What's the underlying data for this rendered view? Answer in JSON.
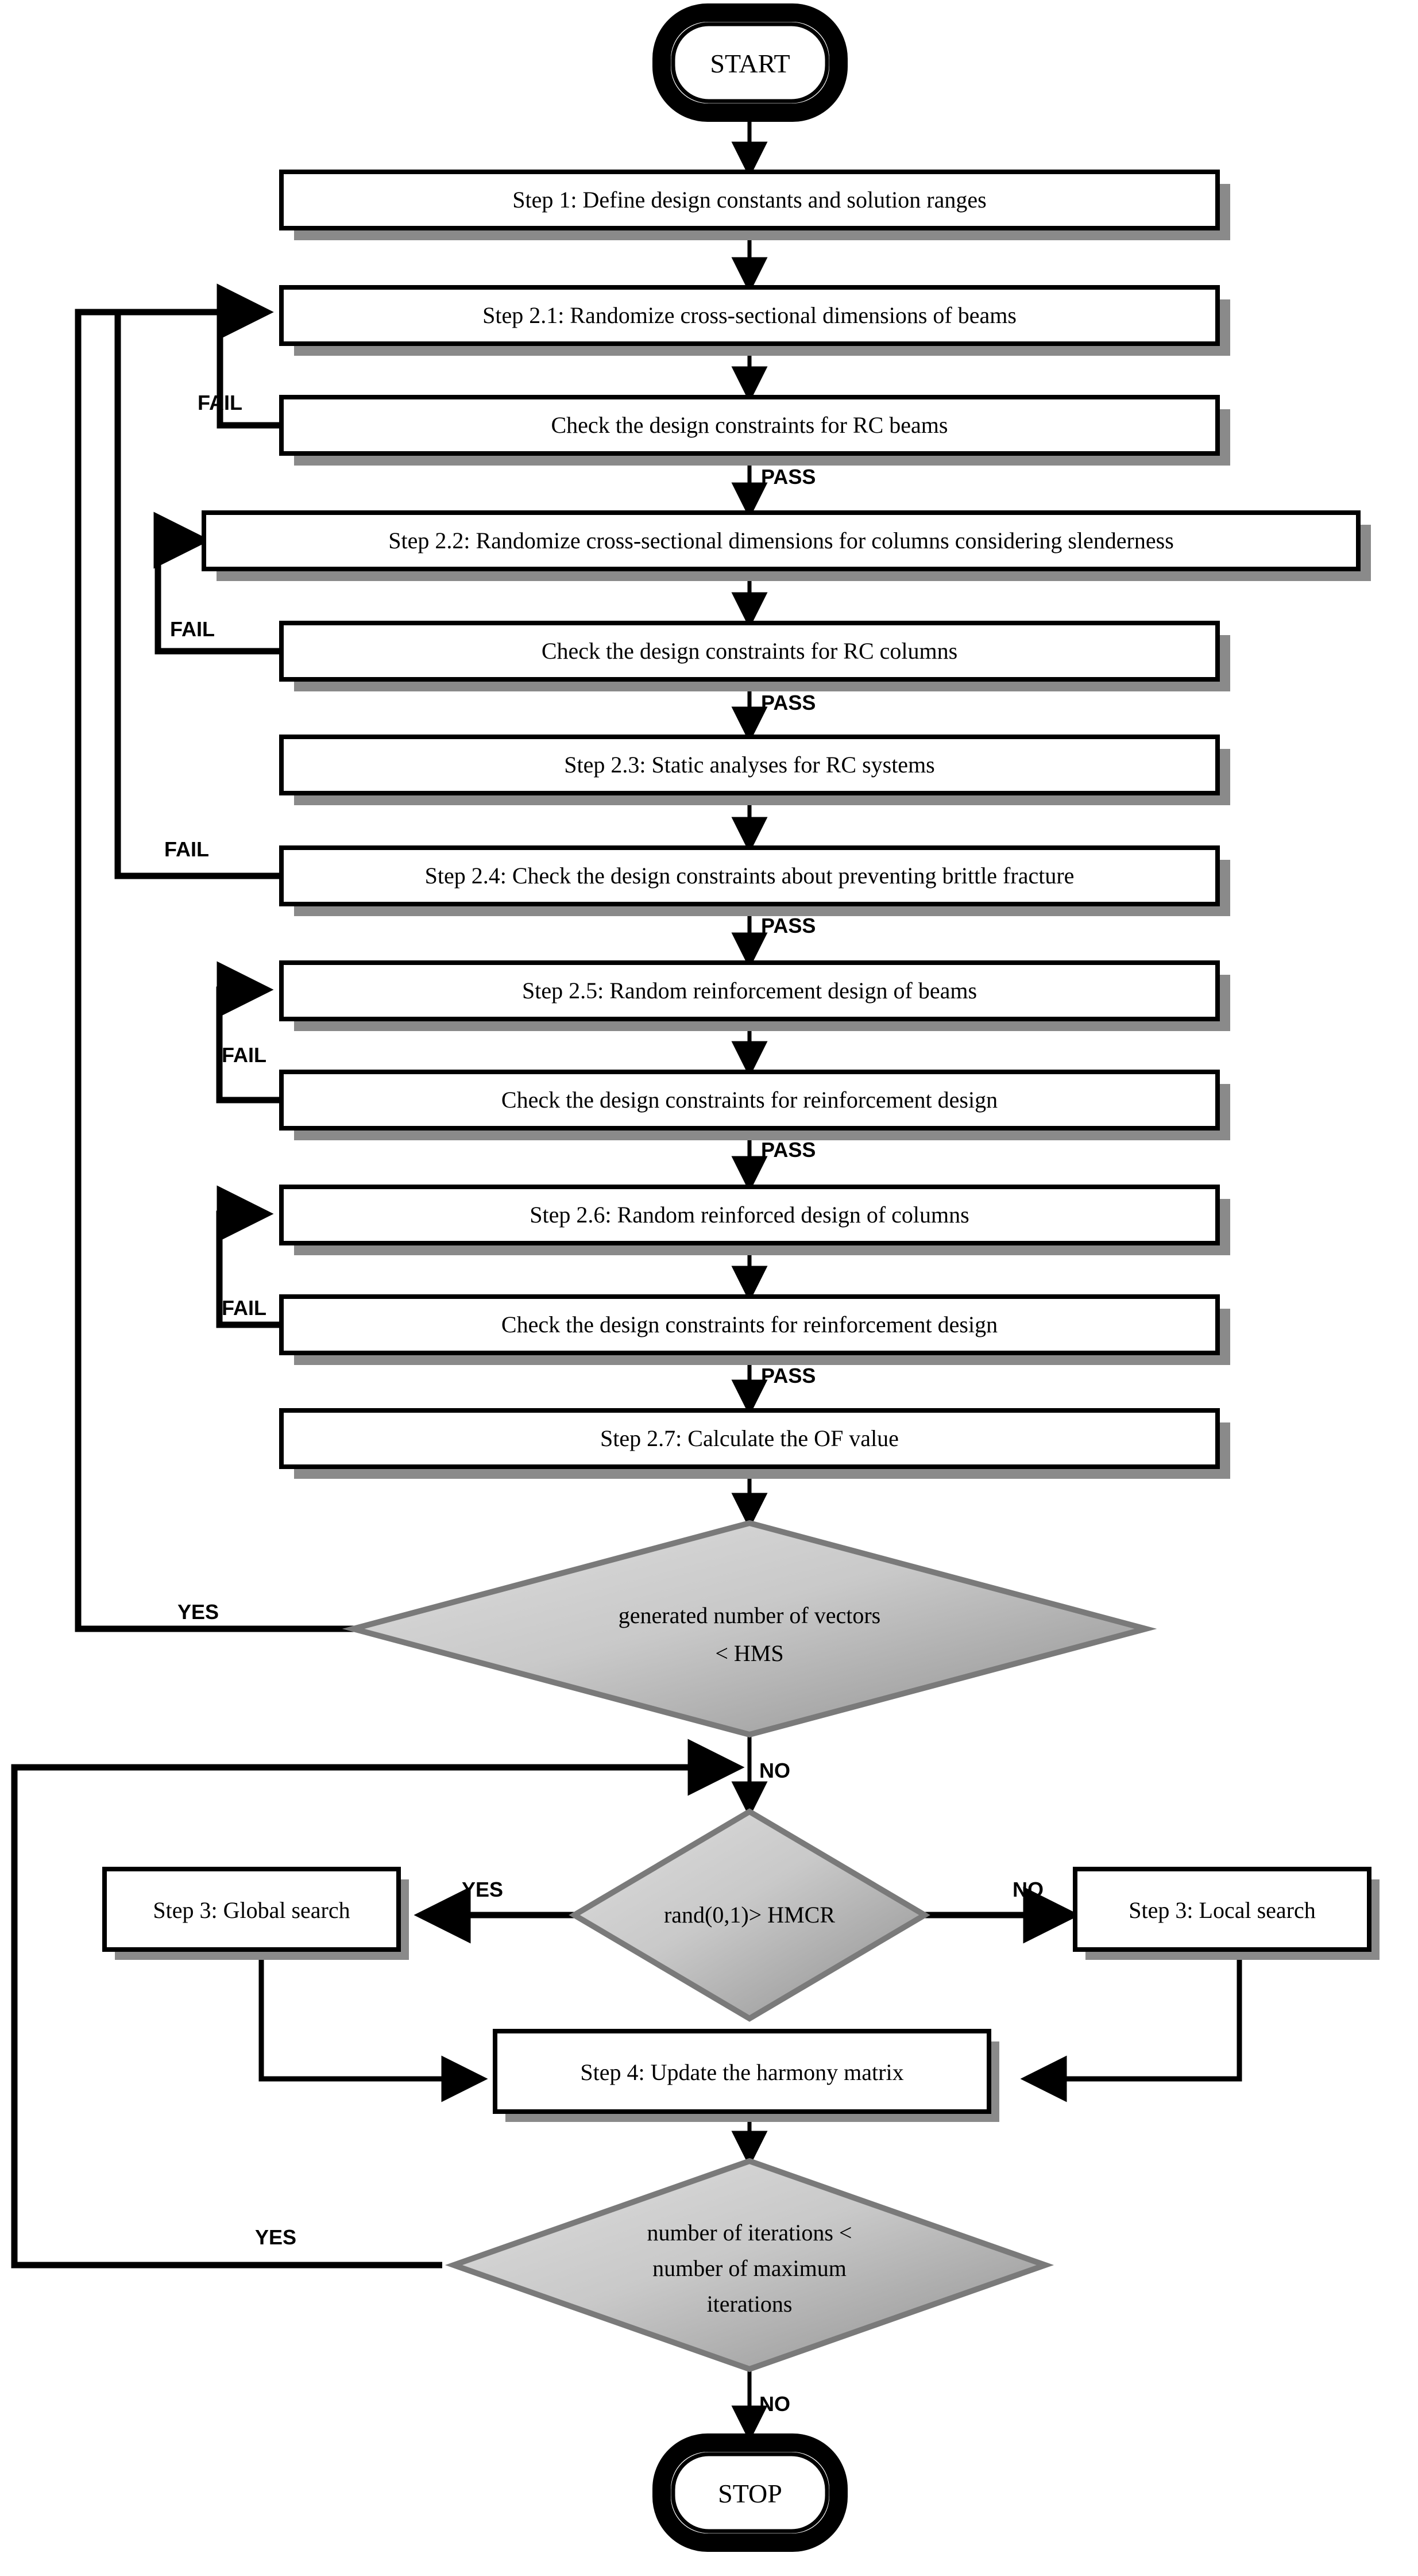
{
  "diagram": {
    "title": "Harmony Search RC design optimization flowchart",
    "colors": {
      "line": "#000000",
      "box_fill": "#ffffff",
      "box_border": "#000000",
      "shadow": "#808080",
      "diamond_border": "#7a7a7a",
      "diamond_fill_light": "#d6d6d6",
      "diamond_fill_dark": "#9a9a9a"
    },
    "terminators": {
      "start": "START",
      "stop": "STOP"
    },
    "process_boxes": [
      {
        "id": "step1",
        "label": "Step 1: Define design constants and solution ranges"
      },
      {
        "id": "step21",
        "label": "Step 2.1: Randomize cross-sectional dimensions of beams"
      },
      {
        "id": "check21",
        "label": "Check the design constraints for RC beams"
      },
      {
        "id": "step22",
        "label": "Step 2.2: Randomize cross-sectional dimensions for columns considering slenderness"
      },
      {
        "id": "check22",
        "label": "Check the design constraints for RC columns"
      },
      {
        "id": "step23",
        "label": "Step 2.3: Static analyses for RC systems"
      },
      {
        "id": "step24",
        "label": "Step 2.4: Check the design constraints about preventing brittle fracture"
      },
      {
        "id": "step25",
        "label": "Step 2.5: Random reinforcement design of beams"
      },
      {
        "id": "check25",
        "label": "Check the design constraints for reinforcement design"
      },
      {
        "id": "step26",
        "label": "Step 2.6: Random reinforced design of columns"
      },
      {
        "id": "check26",
        "label": "Check the design constraints for reinforcement design"
      },
      {
        "id": "step27",
        "label": "Step 2.7: Calculate the OF value"
      },
      {
        "id": "global",
        "label": "Step 3: Global search"
      },
      {
        "id": "local",
        "label": "Step 3: Local search"
      },
      {
        "id": "step4",
        "label": "Step 4: Update the harmony matrix"
      }
    ],
    "decisions": [
      {
        "id": "hms",
        "line1": "generated number of vectors",
        "line2": "< HMS"
      },
      {
        "id": "hmcr",
        "line1": "rand(0,1)> HMCR"
      },
      {
        "id": "iters",
        "line1": "number of iterations <",
        "line2": "number of maximum",
        "line3": "iterations"
      }
    ],
    "edge_labels": {
      "fail": "FAIL",
      "pass": "PASS",
      "yes": "YES",
      "no": "NO"
    },
    "edge_label_instances": [
      {
        "id": "fail-21",
        "text": "FAIL"
      },
      {
        "id": "pass-21",
        "text": "PASS"
      },
      {
        "id": "fail-22",
        "text": "FAIL"
      },
      {
        "id": "pass-22",
        "text": "PASS"
      },
      {
        "id": "fail-24",
        "text": "FAIL"
      },
      {
        "id": "pass-24",
        "text": "PASS"
      },
      {
        "id": "fail-25",
        "text": "FAIL"
      },
      {
        "id": "pass-25",
        "text": "PASS"
      },
      {
        "id": "fail-26",
        "text": "FAIL"
      },
      {
        "id": "pass-26",
        "text": "PASS"
      },
      {
        "id": "yes-hms",
        "text": "YES"
      },
      {
        "id": "no-hms",
        "text": "NO"
      },
      {
        "id": "yes-hmcr",
        "text": "YES"
      },
      {
        "id": "no-hmcr",
        "text": "NO"
      },
      {
        "id": "yes-iters",
        "text": "YES"
      },
      {
        "id": "no-iters",
        "text": "NO"
      }
    ]
  }
}
